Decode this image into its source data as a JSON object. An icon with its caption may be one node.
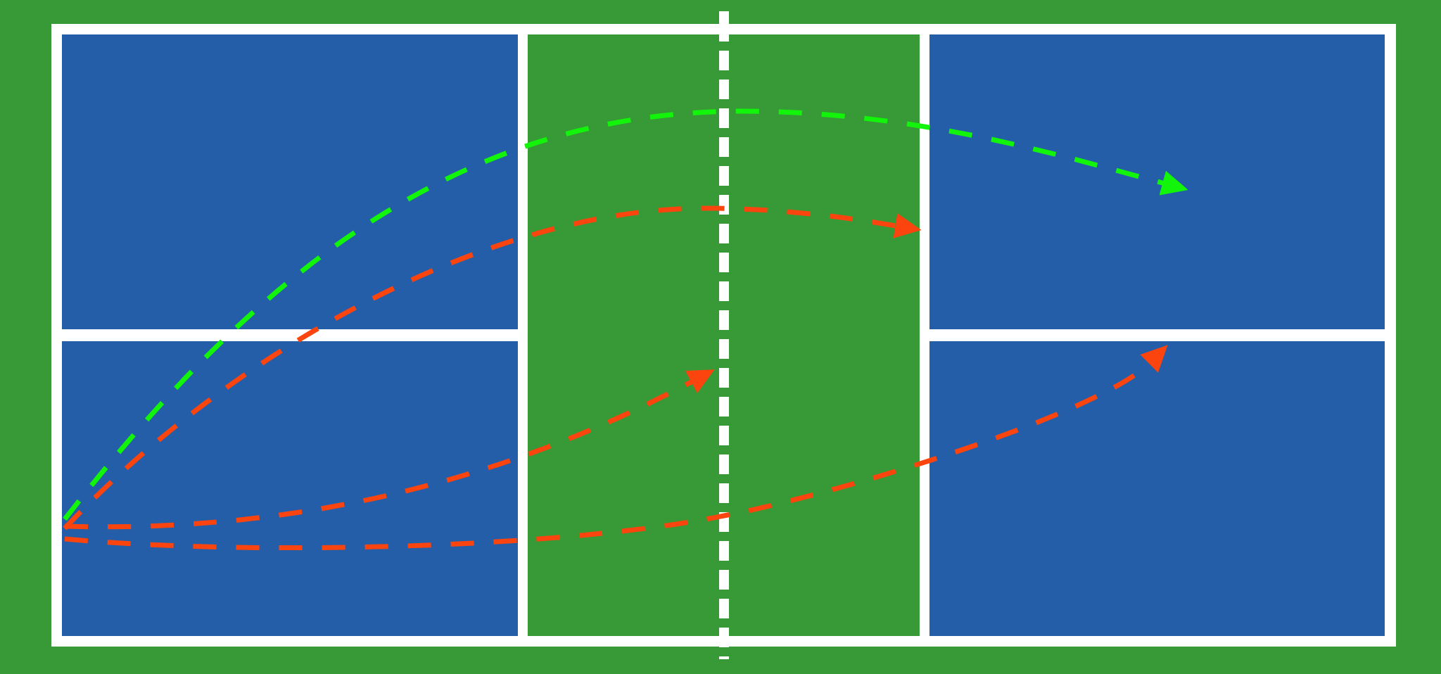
{
  "diagram": {
    "nodes": [
      {
        "text": [],
        "shape": "box"
      },
      {
        "text": [],
        "shape": "box",
        "in": 0
      },
      {
        "text": [],
        "shape": "box",
        "in": 0
      },
      {
        "text": [],
        "shape": "box",
        "in": 0
      }
    ],
    "edges": [
      {
        "from": 1,
        "to": 2,
        "arrow": "to",
        "style": "dashed",
        "color": "#11ee11"
      },
      {
        "from": 1,
        "to": 2,
        "arrow": "to",
        "style": "dashed"
      },
      {
        "from": 1,
        "to": null,
        "arrow": "to",
        "style": "dashed"
      },
      {
        "from": 1,
        "to": 3,
        "arrow": "to",
        "style": "dashed"
      }
    ]
  }
}
